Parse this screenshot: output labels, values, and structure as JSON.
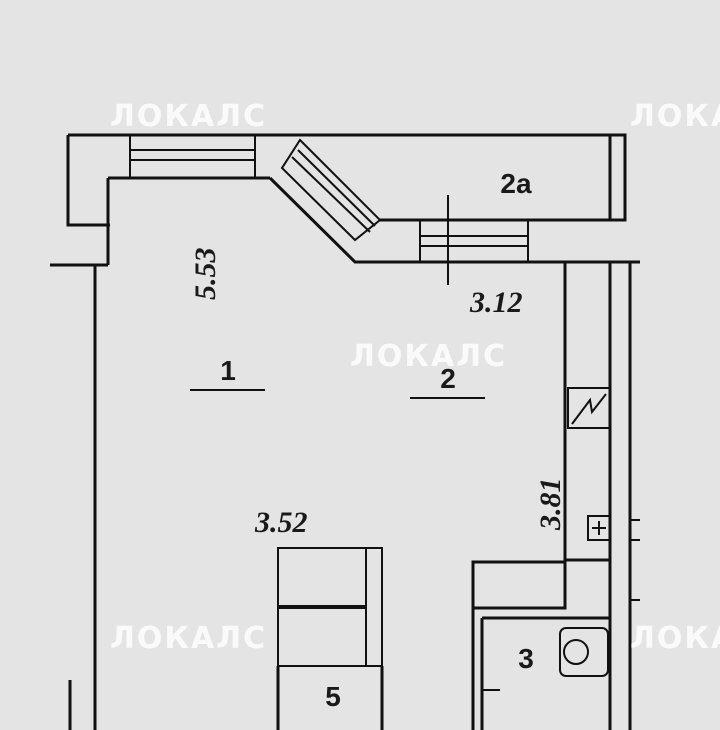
{
  "rooms": {
    "r1": "1",
    "r2": "2",
    "r2a": "2а",
    "r3": "3",
    "r5": "5"
  },
  "dimensions": {
    "d1": "5.53",
    "d2": "3.12",
    "d3": "3.52",
    "d4": "3.81"
  },
  "watermark": "ЛОКАЛС"
}
